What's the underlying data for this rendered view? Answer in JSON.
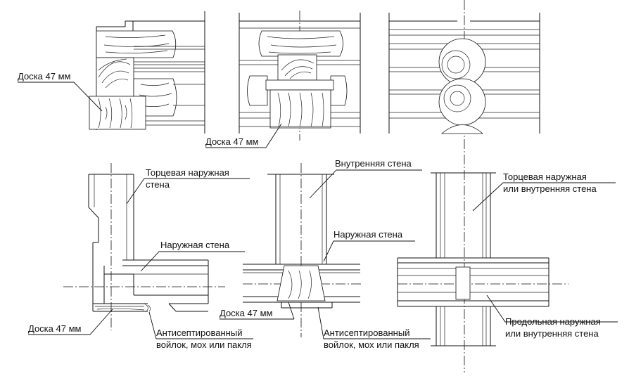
{
  "labels": {
    "board_47_a": "Доска 47 мм",
    "board_47_b": "Доска 47 мм",
    "end_outer_wall": "Торцевая наружная",
    "end_outer_wall_2": "стена",
    "inner_wall": "Внутренняя стена",
    "end_outer_or_inner": "Торцевая наружная",
    "end_outer_or_inner_2": "или внутренняя стена",
    "outer_wall_1": "Наружная стена",
    "outer_wall_2": "Наружная стена",
    "board_47_c": "Доска 47 мм",
    "board_47_d": "Доска 47 мм",
    "antiseptic_1": "Антисептированный",
    "antiseptic_1b": "войлок, мох или пакля",
    "antiseptic_2": "Антисептированный",
    "antiseptic_2b": "войлок, мох или пакля",
    "longitudinal": "Продольная наружная",
    "longitudinal_2": "или внутренняя стена"
  }
}
